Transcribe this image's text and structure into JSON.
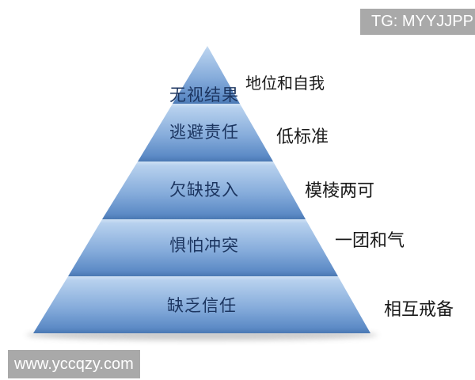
{
  "page": {
    "background": "#ffffff"
  },
  "overlays": {
    "tg_badge": "TG: MYYJJPP",
    "watermark": "www.yccqzy.com",
    "badge_bg": "#a9a9a9",
    "badge_text_color": "#ffffff"
  },
  "chart_data": {
    "type": "pyramid-diagram",
    "direction": "top-to-bottom",
    "levels": [
      {
        "label": "无视结果",
        "side_label": "地位和自我"
      },
      {
        "label": "逃避责任",
        "side_label": "低标准"
      },
      {
        "label": "欠缺投入",
        "side_label": "模棱两可"
      },
      {
        "label": "惧怕冲突",
        "side_label": "一团和气"
      },
      {
        "label": "缺乏信任",
        "side_label": "相互戒备"
      }
    ],
    "colors": {
      "segment_gradient_top": "#c9dcf3",
      "segment_gradient_mid": "#86acdb",
      "segment_gradient_bottom": "#4a78b3",
      "level_label_color": "#1c3560",
      "side_label_color": "#1a1a1a",
      "shadow_color": "#8f8f8f"
    }
  }
}
